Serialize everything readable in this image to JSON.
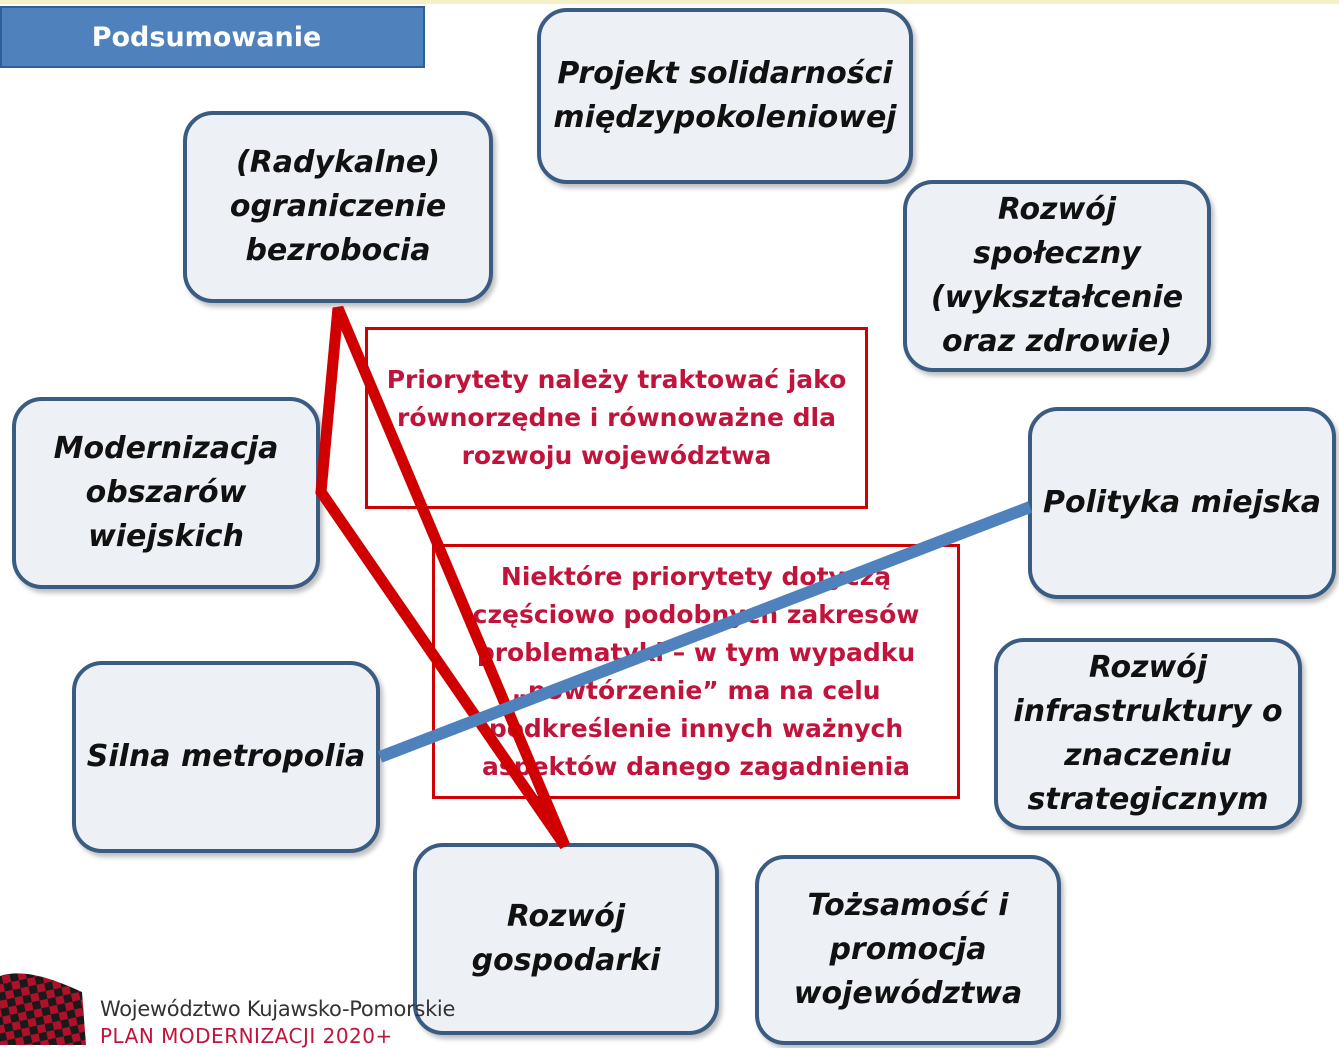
{
  "header": {
    "title": "Podsumowanie"
  },
  "boxes": {
    "radykalne": "(Radykalne)\nograniczenie\nbezrobocia",
    "projekt": "Projekt solidarności\nmiędzypokoleniowej",
    "spoleczny": "Rozwój\nspołeczny\n(wykształcenie\noraz zdrowie)",
    "modernizacja": "Modernizacja\nobszarów\nwiejskich",
    "polityka": "Polityka miejska",
    "silna": "Silna metropolia",
    "infrastruktura": "Rozwój\ninfrastruktury o\nznaczeniu\nstrategicznym",
    "gospodarka": "Rozwój\ngospodarki",
    "tozsamosc": "Tożsamość i\npromocja\nwojewództwa"
  },
  "notes": {
    "note1": "Priorytety należy traktować jako\nrównorzędne i równoważne dla\nrozwoju województwa",
    "note2": "Niektóre priorytety dotyczą\nczęściowo podobnych zakresów\nproblematyki – w tym wypadku\n„powtórzenie” ma na celu\npodkreślenie innych ważnych\naspektów danego zagadnienia"
  },
  "footer": {
    "region": "Województwo Kujawsko-Pomorskie",
    "plan": "PLAN MODERNIZACJI 2020+"
  },
  "colors": {
    "header_bg": "#4f81bd",
    "box_border": "#3a5b82",
    "box_fill": "#edf0f4",
    "red_line": "#d00000",
    "blue_line": "#4f81bd",
    "note_text": "#c0143c"
  }
}
